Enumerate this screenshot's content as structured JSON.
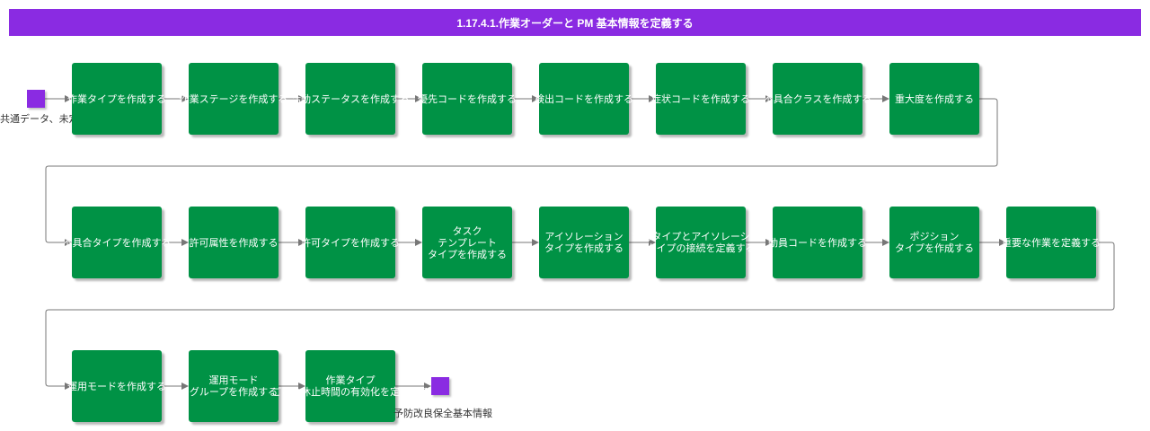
{
  "title": "1.17.4.1.作業オーダーと PM 基本情報を定義する",
  "start_label": "共通データ、未定義",
  "end_label": "予防改良保全基本情報",
  "steps": [
    "作業タイプを作成する",
    "作業ステージを作成する",
    "活動ステータスを作成する",
    "優先コードを作成する",
    "検出コードを作成する",
    "症状コードを作成する",
    "不具合クラスを作成する",
    "重大度を作成する",
    "不具合タイプを作成する",
    "許可属性を作成する",
    "許可タイプを作成する",
    "タスク\nテンプレート\nタイプを作成する",
    "アイソレーション\nタイプを作成する",
    "許可タイプとアイソレーション\nタイプの接続を定義する",
    "動員コードを作成する",
    "ポジション\nタイプを作成する",
    "重要な作業を定義する",
    "運用モードを作成する",
    "運用モード\nグループを作成する",
    "作業タイプ\nごとの休止時間の有効化を定義する"
  ]
}
